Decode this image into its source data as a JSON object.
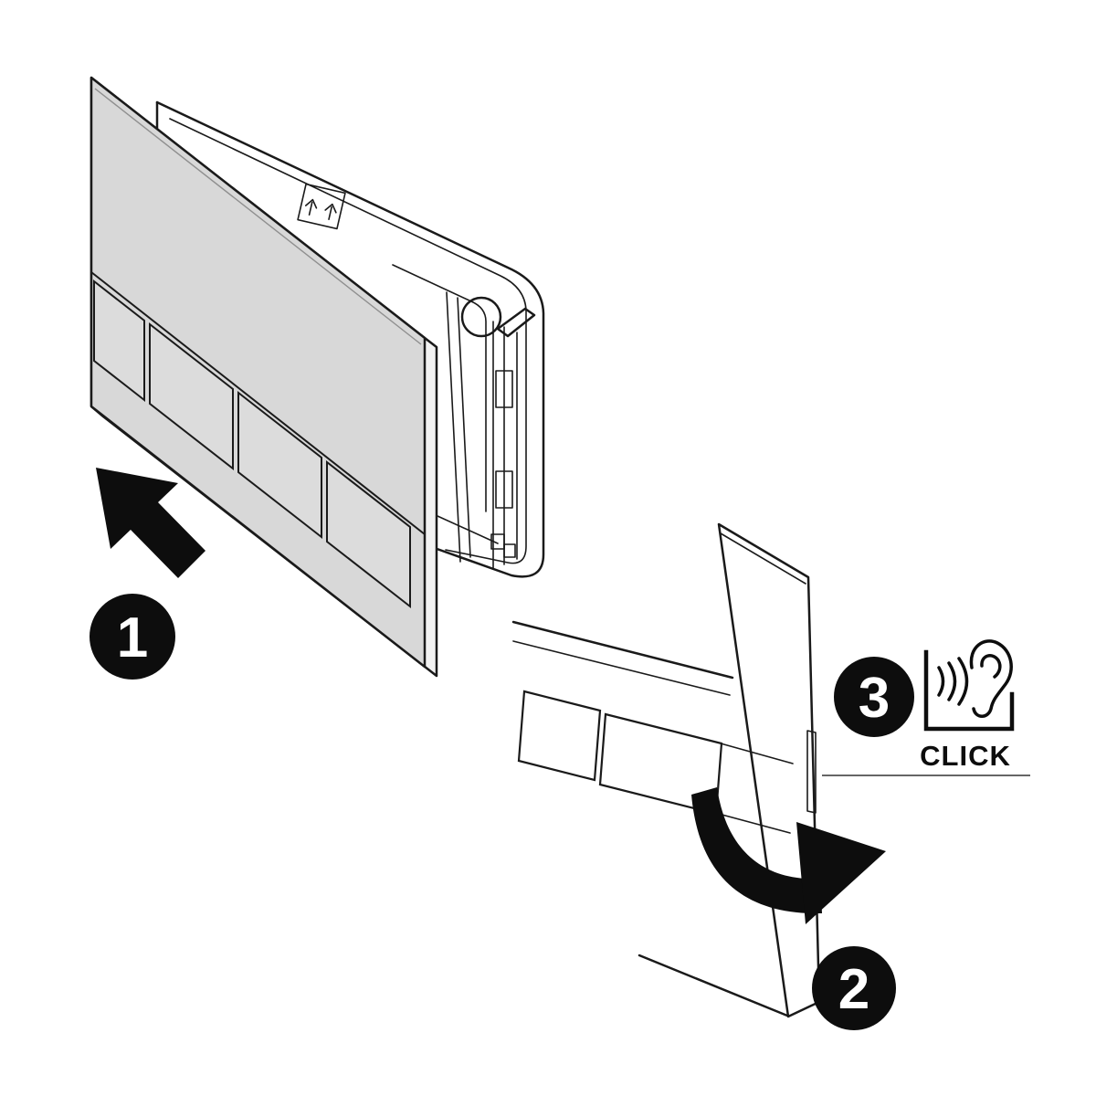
{
  "diagram": {
    "steps": [
      {
        "label": "1"
      },
      {
        "label": "2"
      },
      {
        "label": "3"
      }
    ],
    "click_label": "CLICK",
    "colors": {
      "background": "#ffffff",
      "line": "#1a1a1a",
      "plate_fill": "#d8d8d8",
      "plate_edge_fill": "#f2f2f2",
      "badge_fill": "#0d0d0d",
      "badge_text": "#ffffff"
    },
    "icons": {
      "insert_arrow": "insert-direction-arrow-icon",
      "rotate_arrow": "rotate-press-arrow-icon",
      "orientation": "up-arrows-icon",
      "sound": "sound-waves-icon",
      "ear": "ear-icon"
    }
  }
}
